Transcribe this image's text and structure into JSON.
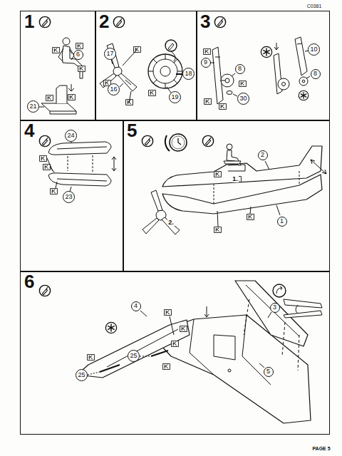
{
  "diagram": {
    "nodes": [
      {
        "text": [
          "1"
        ]
      },
      {
        "text": [
          "6"
        ],
        "in": 0
      },
      {
        "text": [
          "21"
        ],
        "in": 0
      },
      {
        "text": [
          "2"
        ]
      },
      {
        "text": [
          "17"
        ],
        "in": 3
      },
      {
        "text": [
          "16"
        ],
        "in": 3
      },
      {
        "text": [
          "19"
        ],
        "in": 3
      },
      {
        "text": [
          "18"
        ],
        "in": 3
      },
      {
        "text": [
          "3"
        ]
      },
      {
        "text": [
          "9"
        ],
        "in": 8
      },
      {
        "text": [
          "8"
        ],
        "in": 8
      },
      {
        "text": [
          "30"
        ],
        "in": 8
      },
      {
        "text": [
          "10"
        ],
        "in": 8
      },
      {
        "text": [
          "8"
        ],
        "in": 8
      },
      {
        "text": [
          "4"
        ]
      },
      {
        "text": [
          "24"
        ],
        "in": 14
      },
      {
        "text": [
          "23"
        ],
        "in": 14
      },
      {
        "text": [
          "5"
        ]
      },
      {
        "text": [
          "2"
        ],
        "in": 17
      },
      {
        "text": [
          "1"
        ],
        "in": 17
      },
      {
        "text": [
          "6"
        ]
      },
      {
        "text": [
          "4"
        ],
        "in": 20
      },
      {
        "text": [
          "3"
        ],
        "in": 20
      },
      {
        "text": [
          "25"
        ],
        "in": 20
      },
      {
        "text": [
          "25"
        ],
        "in": 20
      },
      {
        "text": [
          "5"
        ],
        "in": 20
      }
    ],
    "labels": [
      "C0381",
      "1.",
      "2.",
      "PAGE 5"
    ]
  }
}
